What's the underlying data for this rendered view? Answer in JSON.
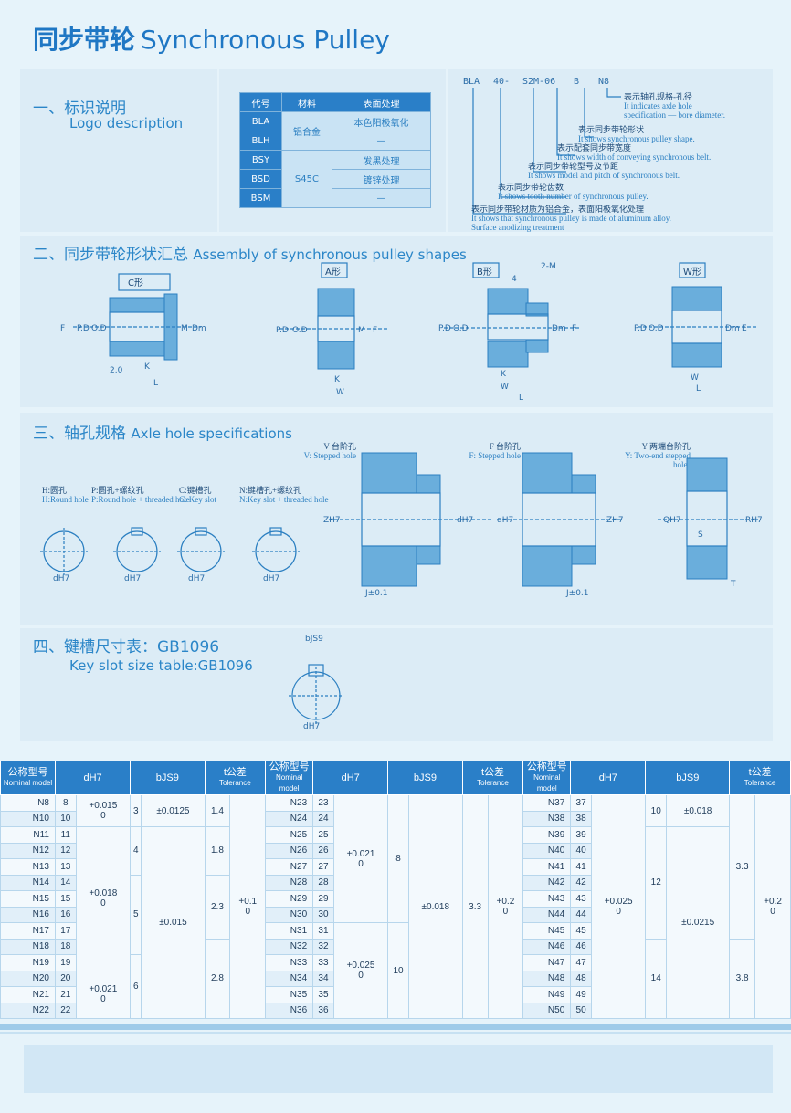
{
  "header": {
    "title_zh": "同步带轮",
    "title_en": "Synchronous Pulley"
  },
  "section1": {
    "title_zh": "一、标识说明",
    "title_en": "Logo description",
    "table_head": [
      "代号",
      "材料",
      "表面处理"
    ],
    "rows": [
      {
        "code": "BLA",
        "material": "铝合金",
        "surface": "本色阳极氧化"
      },
      {
        "code": "BLH",
        "material": "",
        "surface": "—"
      },
      {
        "code": "BSY",
        "material": "S45C",
        "surface": "发黑处理"
      },
      {
        "code": "BSD",
        "material": "",
        "surface": "镀锌处理"
      },
      {
        "code": "BSM",
        "material": "",
        "surface": "—"
      }
    ],
    "code_parts": [
      "BLA",
      "40-",
      "S2M-06",
      "B",
      "N8"
    ],
    "descs": [
      {
        "zh": "表示轴孔规格-孔径",
        "en1": "It indicates axle hole",
        "en2": "specification — bore diameter."
      },
      {
        "zh": "表示同步带轮形状",
        "en1": "It shows synchronous pulley shape.",
        "en2": ""
      },
      {
        "zh": "表示配套同步带宽度",
        "en1": "It shows width of conveying synchronous belt.",
        "en2": ""
      },
      {
        "zh": "表示同步带轮型号及节距",
        "en1": "It shows model and pitch of synchronous belt.",
        "en2": ""
      },
      {
        "zh": "表示同步带轮齿数",
        "en1": "It shows tooth number of synchronous pulley.",
        "en2": ""
      },
      {
        "zh": "表示同步带轮材质为铝合金，表面阳极氧化处理",
        "en1": "It shows that synchronous pulley is made of aluminum alloy.",
        "en2": "Surface anodizing treatment"
      }
    ]
  },
  "section2": {
    "title_zh": "二、同步带轮形状汇总",
    "title_en": "Assembly of synchronous pulley shapes",
    "shapes": [
      "C形",
      "A形",
      "B形",
      "W形"
    ]
  },
  "section3": {
    "title_zh": "三、轴孔规格",
    "title_en": "Axle hole specifications",
    "holes": [
      {
        "zh": "H:圆孔",
        "en": "H:Round hole"
      },
      {
        "zh": "P:圆孔+螺纹孔",
        "en": "P:Round hole + threaded hole"
      },
      {
        "zh": "C:键槽孔",
        "en": "C: Key slot"
      },
      {
        "zh": "N:键槽孔+螺纹孔",
        "en": "N:Key slot + threaded hole"
      }
    ],
    "steps": [
      {
        "zh": "V 台阶孔",
        "en": "V: Stepped hole"
      },
      {
        "zh": "F 台阶孔",
        "en": "F: Stepped hole"
      },
      {
        "zh": "Y 两端台阶孔",
        "en": "Y: Two-end stepped holes"
      }
    ]
  },
  "section4": {
    "title_zh": "四、键槽尺寸表：GB1096",
    "title_en": "Key slot size table:GB1096"
  },
  "spec_table": {
    "headers": {
      "model": "公称型号",
      "model_en": "Nominal model",
      "dh7": "dH7",
      "bjs9": "bJS9",
      "t": "t公差",
      "t_en": "Tolerance"
    },
    "col1": [
      "N8",
      "N10",
      "N11",
      "N12",
      "N13",
      "N14",
      "N15",
      "N16",
      "N17",
      "N18",
      "N19",
      "N20",
      "N21",
      "N22"
    ],
    "col1_d": [
      "8",
      "10",
      "11",
      "12",
      "13",
      "14",
      "15",
      "16",
      "17",
      "18",
      "19",
      "20",
      "21",
      "22"
    ],
    "col2": [
      "N23",
      "N24",
      "N25",
      "N26",
      "N27",
      "N28",
      "N29",
      "N30",
      "N31",
      "N32",
      "N33",
      "N34",
      "N35",
      "N36"
    ],
    "col2_d": [
      "23",
      "24",
      "25",
      "26",
      "27",
      "28",
      "29",
      "30",
      "31",
      "32",
      "33",
      "34",
      "35",
      "36"
    ],
    "col3": [
      "N37",
      "N38",
      "N39",
      "N40",
      "N41",
      "N42",
      "N43",
      "N44",
      "N45",
      "N46",
      "N47",
      "N48",
      "N49",
      "N50"
    ],
    "col3_d": [
      "37",
      "38",
      "39",
      "40",
      "41",
      "42",
      "43",
      "44",
      "45",
      "46",
      "47",
      "48",
      "49",
      "50"
    ]
  }
}
